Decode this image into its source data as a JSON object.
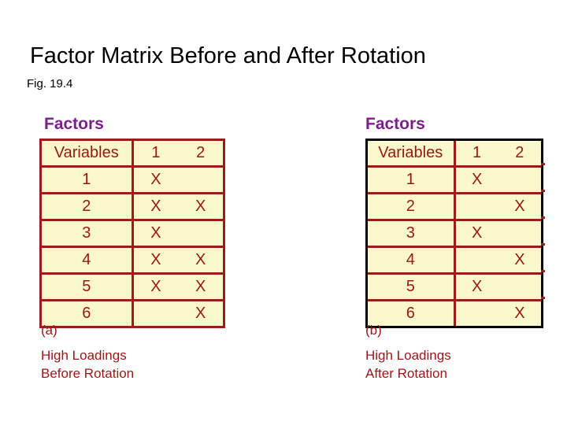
{
  "slide": {
    "title": "Factor Matrix Before and After Rotation",
    "figure_label": "Fig. 19.4",
    "colors": {
      "title_text": "#000000",
      "heading_purple": "#7B1F8C",
      "table_text_red": "#991616",
      "table_rule_red": "#9E1B1B",
      "table_fill": "#FAF8CC",
      "right_table_border": "#000000",
      "background": "#FFFFFF"
    }
  },
  "panels": [
    {
      "id": "before-rotation",
      "factors_heading": "Factors",
      "headers": {
        "variables": "Variables",
        "factor_1": "1",
        "factor_2": "2"
      },
      "rows": [
        {
          "variable": "1",
          "factor_1": "X",
          "factor_2": ""
        },
        {
          "variable": "2",
          "factor_1": "X",
          "factor_2": "X"
        },
        {
          "variable": "3",
          "factor_1": "X",
          "factor_2": ""
        },
        {
          "variable": "4",
          "factor_1": "X",
          "factor_2": "X"
        },
        {
          "variable": "5",
          "factor_1": "X",
          "factor_2": "X"
        },
        {
          "variable": "6",
          "factor_1": "",
          "factor_2": "X"
        }
      ],
      "caption": {
        "tag": "(a)",
        "line_1": "High Loadings",
        "line_2": "Before Rotation"
      }
    },
    {
      "id": "after-rotation",
      "factors_heading": "Factors",
      "headers": {
        "variables": "Variables",
        "factor_1": "1",
        "factor_2": "2"
      },
      "rows": [
        {
          "variable": "1",
          "factor_1": "X",
          "factor_2": ""
        },
        {
          "variable": "2",
          "factor_1": "",
          "factor_2": "X"
        },
        {
          "variable": "3",
          "factor_1": "X",
          "factor_2": ""
        },
        {
          "variable": "4",
          "factor_1": "",
          "factor_2": "X"
        },
        {
          "variable": "5",
          "factor_1": "X",
          "factor_2": ""
        },
        {
          "variable": "6",
          "factor_1": "",
          "factor_2": "X"
        }
      ],
      "caption": {
        "tag": "(b)",
        "line_1": "High Loadings",
        "line_2": "After Rotation"
      }
    }
  ]
}
